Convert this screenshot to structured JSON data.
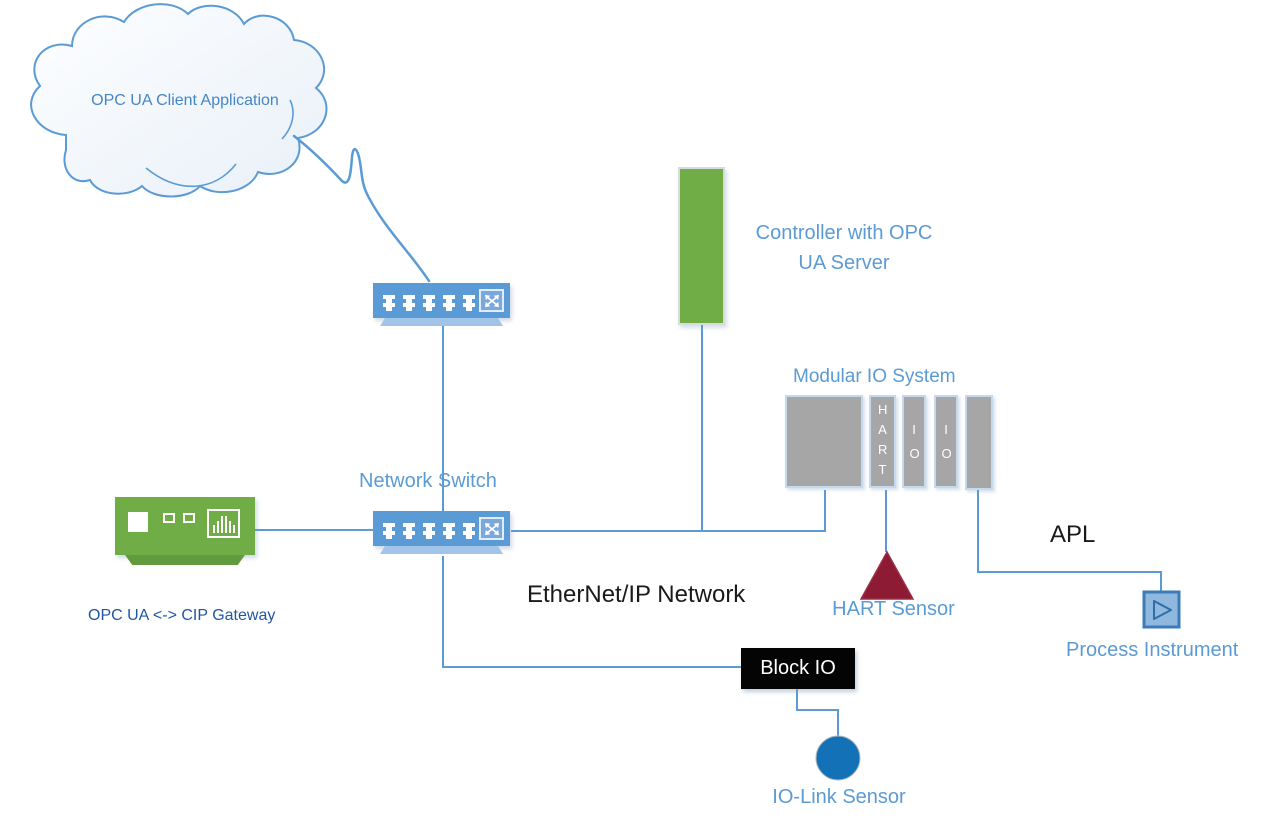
{
  "diagram": {
    "nodes": {
      "cloud": {
        "label": "OPC UA Client Application"
      },
      "network_switch": {
        "label": "Network Switch"
      },
      "controller": {
        "label": "Controller with OPC UA Server"
      },
      "modular_io": {
        "label": "Modular IO System",
        "modules": [
          "",
          "HART",
          "IO",
          "IO",
          ""
        ]
      },
      "gateway": {
        "label": "OPC UA <-> CIP Gateway"
      },
      "hart_sensor": {
        "label": "HART Sensor"
      },
      "process_instrument": {
        "label": "Process Instrument"
      },
      "io_link_sensor": {
        "label": "IO-Link Sensor"
      },
      "block_io": {
        "label": "Block IO"
      }
    },
    "annotations": {
      "ethernet_network": "EtherNet/IP Network",
      "apl": "APL"
    },
    "colors": {
      "connector_line": "#5B9BD5",
      "switch_blue": "#5B9BD5",
      "device_green": "#70AD47",
      "module_gray": "#A6A6A6",
      "hart_maroon": "#8C1B33",
      "io_link_blue": "#1371B8",
      "label_blue": "#5B9BD5",
      "label_dark_blue": "#2056A5",
      "annotation_black": "#1A1A1A"
    }
  }
}
